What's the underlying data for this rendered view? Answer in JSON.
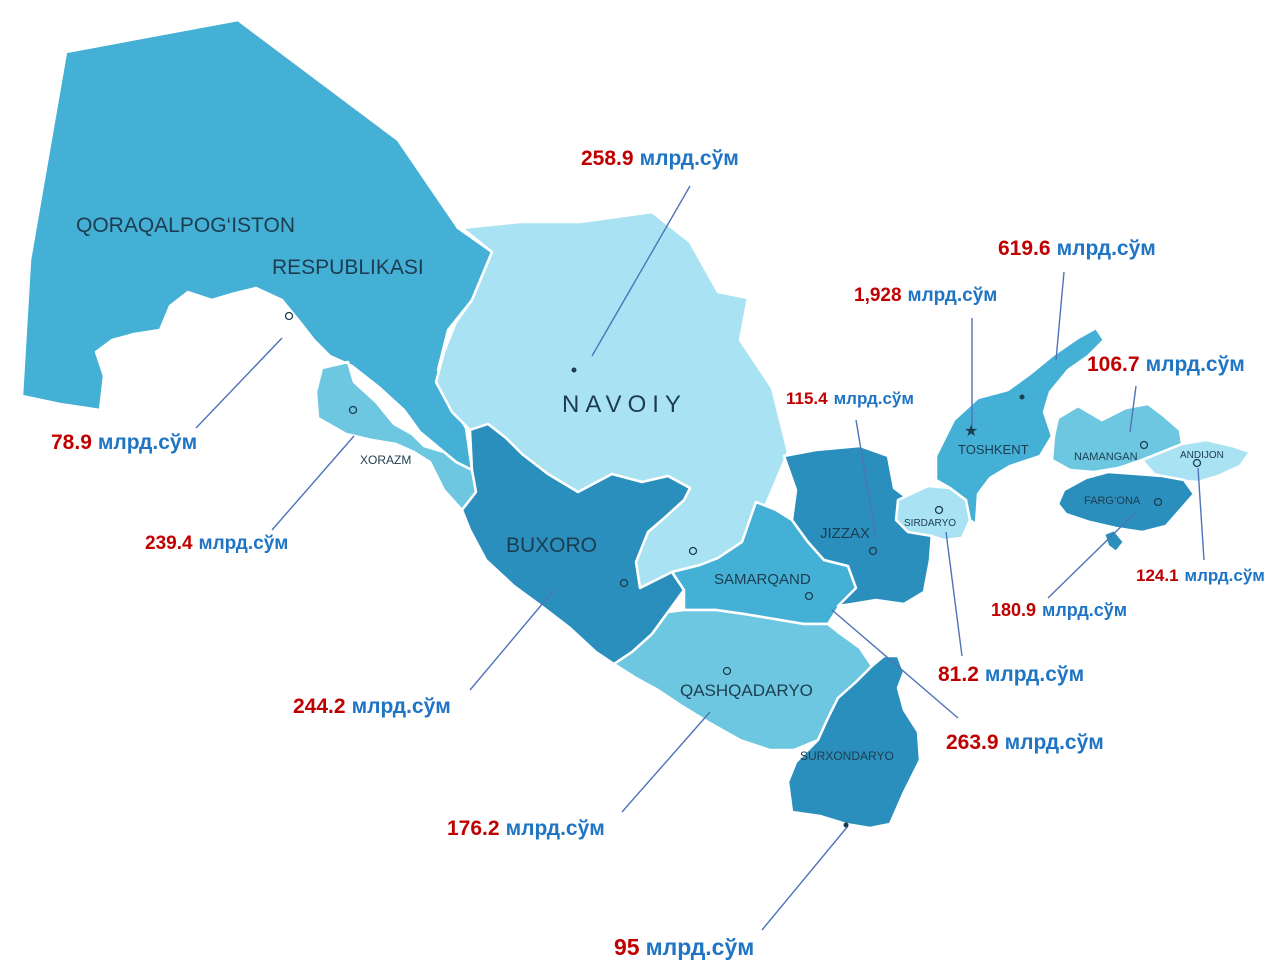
{
  "unit": "млрд.сўм",
  "colors": {
    "tier_lightest": "#a9e3f3",
    "tier_light": "#6ec7e0",
    "tier_mid": "#45b0d6",
    "tier_dark": "#2b8fbd",
    "value_color": "#c00000",
    "unit_color": "#1f75c4",
    "leader_color": "#4f73b8"
  },
  "regions": {
    "qoraqalpogiston": {
      "name_line1": "QORAQALPOG‘ISTON",
      "name_line2": "RESPUBLIKASI",
      "value": "78.9"
    },
    "navoiy": {
      "name": "NAVOIY",
      "value": "258.9"
    },
    "xorazm": {
      "name": "XORAZM",
      "value": "239.4"
    },
    "buxoro": {
      "name": "BUXORO",
      "value": "244.2"
    },
    "samarqand": {
      "name": "SAMARQAND",
      "value": "263.9"
    },
    "jizzax": {
      "name": "JIZZAX",
      "value": "115.4"
    },
    "sirdaryo": {
      "name": "SIRDARYO",
      "value": "81.2"
    },
    "toshkent": {
      "name": "TOSHKENT",
      "value": "1,928"
    },
    "toshkent_viloyati": {
      "value": "619.6"
    },
    "namangan": {
      "name": "NAMANGAN",
      "value": "106.7"
    },
    "andijon": {
      "name": "ANDIJON",
      "value": "124.1"
    },
    "fargona": {
      "name": "FARG‘ONA",
      "value": "180.9"
    },
    "qashqadaryo": {
      "name": "QASHQADARYO",
      "value": "176.2"
    },
    "surxondaryo": {
      "name": "SURXONDARYO",
      "value": "95"
    }
  }
}
